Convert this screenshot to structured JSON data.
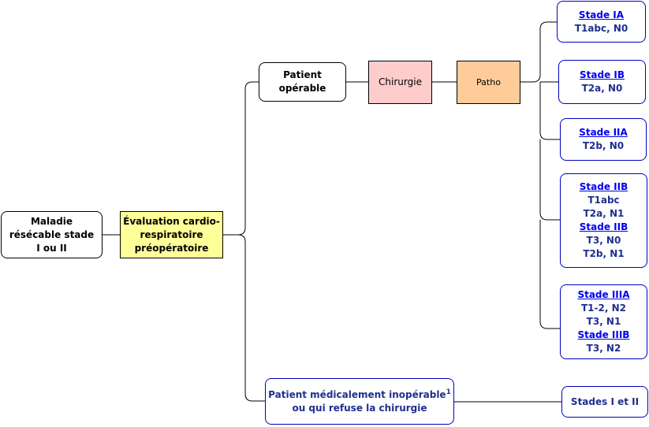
{
  "nodes": {
    "root": "Maladie résécable stade I ou II",
    "evaluation": "Évaluation cardio-respiratoire préopératoire",
    "operable": "Patient opérable",
    "chirurgie": "Chirurgie",
    "patho": "Patho",
    "inoperable": "Patient médicalement inopérable",
    "inoperable_sup": "1",
    "inoperable_line2": "ou qui refuse la chirurgie",
    "stades_i_ii": "Stades I et II"
  },
  "stages": {
    "ia": {
      "title": "Stade IA",
      "lines": [
        "T1abc, N0"
      ]
    },
    "ib": {
      "title": "Stade IB",
      "lines": [
        "T2a, N0"
      ]
    },
    "iia": {
      "title": "Stade IIA",
      "lines": [
        "T2b, N0"
      ]
    },
    "iib_a": {
      "title": "Stade IIB",
      "lines": [
        "T1abc",
        "T2a, N1"
      ]
    },
    "iib_b": {
      "title": "Stade IIB",
      "lines": [
        "T3, N0",
        "T2b, N1"
      ]
    },
    "iiia": {
      "title": "Stade IIIA",
      "lines": [
        "T1-2, N2",
        "T3, N1"
      ]
    },
    "iiib": {
      "title": "Stade IIIB",
      "lines": [
        "T3, N2"
      ]
    }
  },
  "colors": {
    "line": "#000000",
    "blue_border": "#0000c0",
    "yellow_fill": "#ffff99",
    "pink_fill": "#ffcccc",
    "orange_fill": "#ffcc99",
    "link": "#0000ee"
  }
}
